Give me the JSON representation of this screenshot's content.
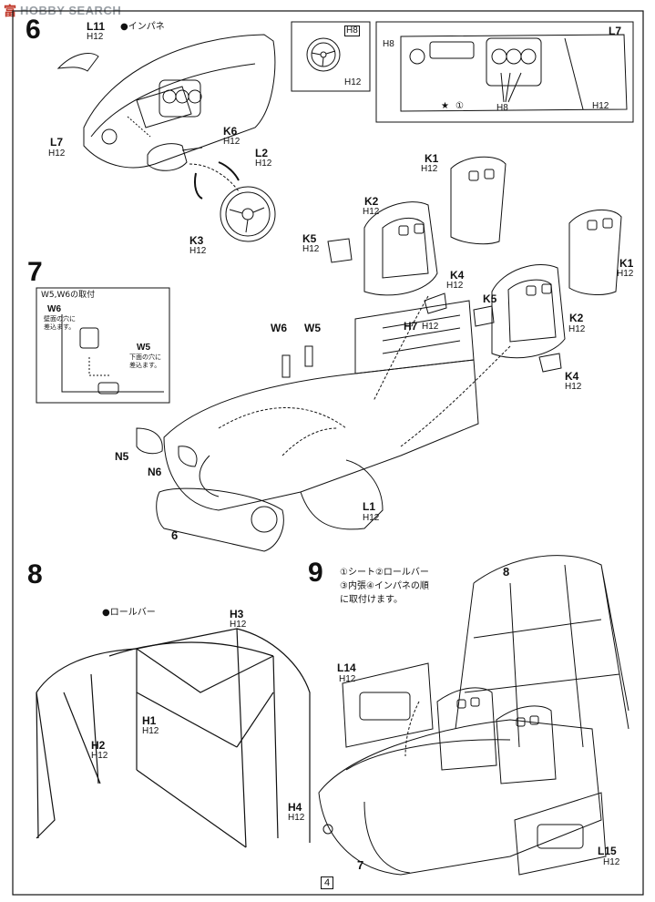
{
  "watermark": {
    "logo": "富",
    "text": "HOBBY SEARCH"
  },
  "step6": {
    "number": "6",
    "note": "●インパネ",
    "labels": {
      "L11": "L11",
      "L11_h": "H12",
      "L7": "L7",
      "L7_h": "H12",
      "K6": "K6",
      "K6_h": "H12",
      "L2": "L2",
      "L2_h": "H12",
      "K3": "K3",
      "K3_h": "H12"
    }
  },
  "detail_wheel": {
    "h_top": "H8",
    "h_bottom": "H12"
  },
  "detail_dash": {
    "L7": "L7",
    "h_left": "H8",
    "h_right": "H12",
    "h_bottom": "H8",
    "star_note": "①"
  },
  "seats": {
    "K1a": "K1",
    "K1a_h": "H12",
    "K2a": "K2",
    "K2a_h": "H12",
    "K5a": "K5",
    "K5a_h": "H12",
    "K1b": "K1",
    "K1b_h": "H12",
    "K4a": "K4",
    "K4a_h": "H12",
    "K5b": "K5",
    "K2b": "K2",
    "K2b_h": "H12",
    "K4b": "K4",
    "K4b_h": "H12",
    "H7": "H7",
    "H7_h": "H12"
  },
  "step7": {
    "number": "7",
    "inset_title": "W5,W6の取付",
    "W6": "W6",
    "W6_note_1": "壁面の穴に",
    "W6_note_2": "差込ます。",
    "W5": "W5",
    "W5_note_1": "下面の穴に",
    "W5_note_2": "差込ます。",
    "labels": {
      "W6": "W6",
      "W5": "W5",
      "N5": "N5",
      "N6": "N6",
      "six": "6",
      "L1": "L1",
      "L1_h": "H12"
    }
  },
  "step8": {
    "number": "8",
    "note": "●ロールバー",
    "labels": {
      "H3": "H3",
      "H3_h": "H12",
      "H1": "H1",
      "H1_h": "H12",
      "H2": "H2",
      "H2_h": "H12",
      "H4": "H4",
      "H4_h": "H12"
    }
  },
  "step9": {
    "number": "9",
    "note_1": "①シート②ロールバー",
    "note_2": "③内張④インパネの順",
    "note_3": "に取付けます。",
    "labels": {
      "eight": "8",
      "L14": "L14",
      "L14_h": "H12",
      "seven": "7",
      "L15": "L15",
      "L15_h": "H12"
    }
  },
  "page_number": "4"
}
